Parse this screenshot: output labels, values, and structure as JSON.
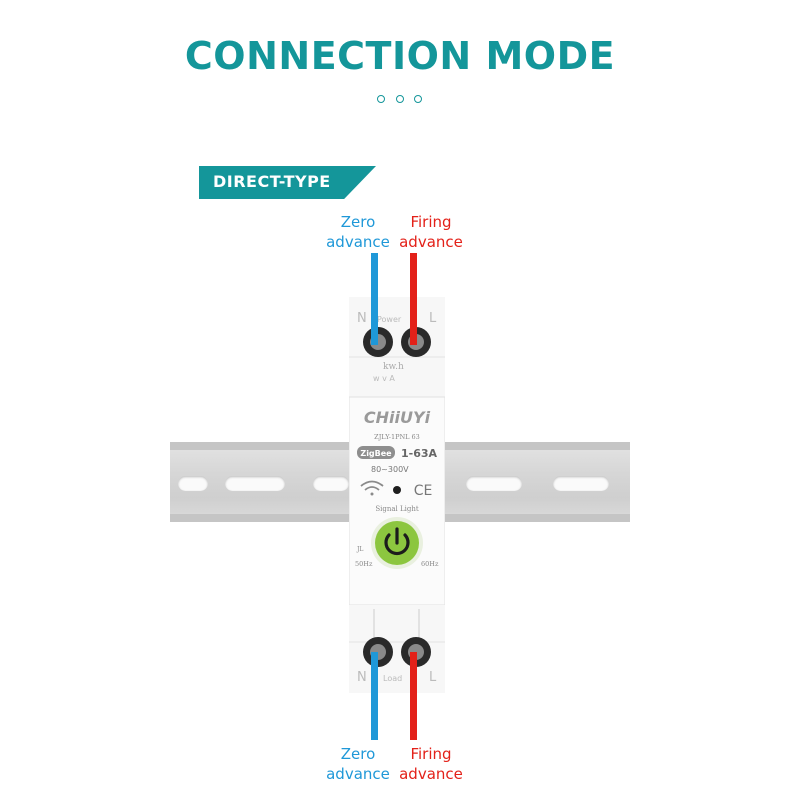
{
  "title": "CONNECTION MODE",
  "section_label": "DIRECT-TYPE",
  "colors": {
    "accent": "#14969a",
    "zero_wire": "#1f98d8",
    "firing_wire": "#e32119",
    "button_green": "#8cc63f"
  },
  "wire_labels": {
    "top_zero": [
      "Zero",
      "advance"
    ],
    "top_firing": [
      "Firing",
      "advance"
    ],
    "bottom_zero": [
      "Zero",
      "advance"
    ],
    "bottom_firing": [
      "Firing",
      "advance"
    ]
  },
  "device": {
    "top_left_marker": "N",
    "top_right_marker": "L",
    "power_label": "Power",
    "meter_label": "kw.h",
    "brand": "CHiiUYi",
    "model": "ZJLY-1PNL 63",
    "protocol_badge": "ZigBee",
    "current_range": "1-63A",
    "voltage_range": "80~300V",
    "ce_mark": "CE",
    "signal_label": "Signal Light",
    "jl_label": "JL",
    "freq_left": "50Hz",
    "freq_right": "60Hz",
    "load_label": "Load",
    "bottom_left_marker": "N",
    "bottom_right_marker": "L",
    "icons": [
      "wifi-icon",
      "power-icon"
    ]
  }
}
